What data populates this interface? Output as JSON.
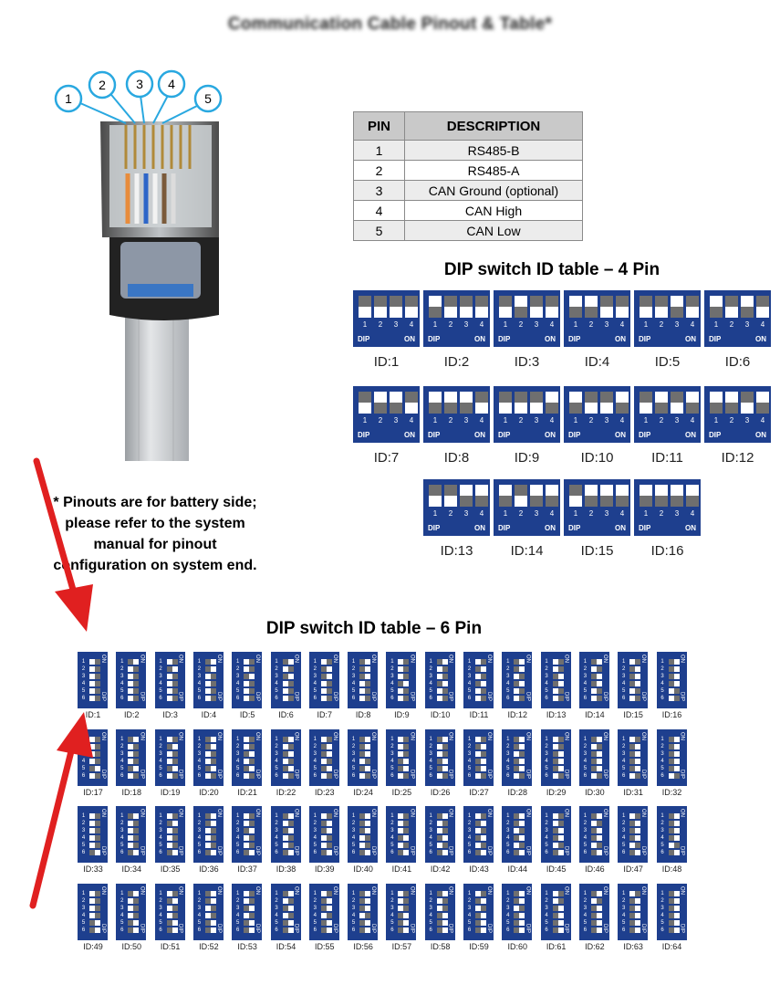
{
  "title": "Communication Cable Pinout & Table*",
  "connector": {
    "pin_callouts": [
      "1",
      "2",
      "3",
      "4",
      "5"
    ]
  },
  "pin_table": {
    "headers": [
      "PIN",
      "DESCRIPTION"
    ],
    "rows": [
      {
        "pin": "1",
        "description": "RS485-B"
      },
      {
        "pin": "2",
        "description": "RS485-A"
      },
      {
        "pin": "3",
        "description": "CAN Ground (optional)"
      },
      {
        "pin": "4",
        "description": "CAN High"
      },
      {
        "pin": "5",
        "description": "CAN Low"
      }
    ]
  },
  "dip4": {
    "heading": "DIP switch ID table – 4 Pin",
    "dip_label": "DIP",
    "on_label": "ON",
    "switch_numbers": [
      "1",
      "2",
      "3",
      "4"
    ],
    "ids": [
      "ID:1",
      "ID:2",
      "ID:3",
      "ID:4",
      "ID:5",
      "ID:6",
      "ID:7",
      "ID:8",
      "ID:9",
      "ID:10",
      "ID:11",
      "ID:12",
      "ID:13",
      "ID:14",
      "ID:15",
      "ID:16"
    ]
  },
  "note": {
    "lines": [
      "* Pinouts are for battery side;",
      "please refer to the system",
      "manual for pinout",
      "configuration on system end."
    ]
  },
  "dip6": {
    "heading": "DIP switch ID table – 6 Pin",
    "dip_label": "DIP",
    "on_label": "ON",
    "switch_numbers": [
      "1",
      "2",
      "3",
      "4",
      "5",
      "6"
    ],
    "ids": [
      "ID:1",
      "ID:2",
      "ID:3",
      "ID:4",
      "ID:5",
      "ID:6",
      "ID:7",
      "ID:8",
      "ID:9",
      "ID:10",
      "ID:11",
      "ID:12",
      "ID:13",
      "ID:14",
      "ID:15",
      "ID:16",
      "ID:17",
      "ID:18",
      "ID:19",
      "ID:20",
      "ID:21",
      "ID:22",
      "ID:23",
      "ID:24",
      "ID:25",
      "ID:26",
      "ID:27",
      "ID:28",
      "ID:29",
      "ID:30",
      "ID:31",
      "ID:32",
      "ID:33",
      "ID:34",
      "ID:35",
      "ID:36",
      "ID:37",
      "ID:38",
      "ID:39",
      "ID:40",
      "ID:41",
      "ID:42",
      "ID:43",
      "ID:44",
      "ID:45",
      "ID:46",
      "ID:47",
      "ID:48",
      "ID:49",
      "ID:50",
      "ID:51",
      "ID:52",
      "ID:53",
      "ID:54",
      "ID:55",
      "ID:56",
      "ID:57",
      "ID:58",
      "ID:59",
      "ID:60",
      "ID:61",
      "ID:62",
      "ID:63",
      "ID:64"
    ]
  },
  "colors": {
    "switch_body": "#1e3f8e",
    "callout_circle": "#29a8e0",
    "arrow": "#e02020"
  }
}
